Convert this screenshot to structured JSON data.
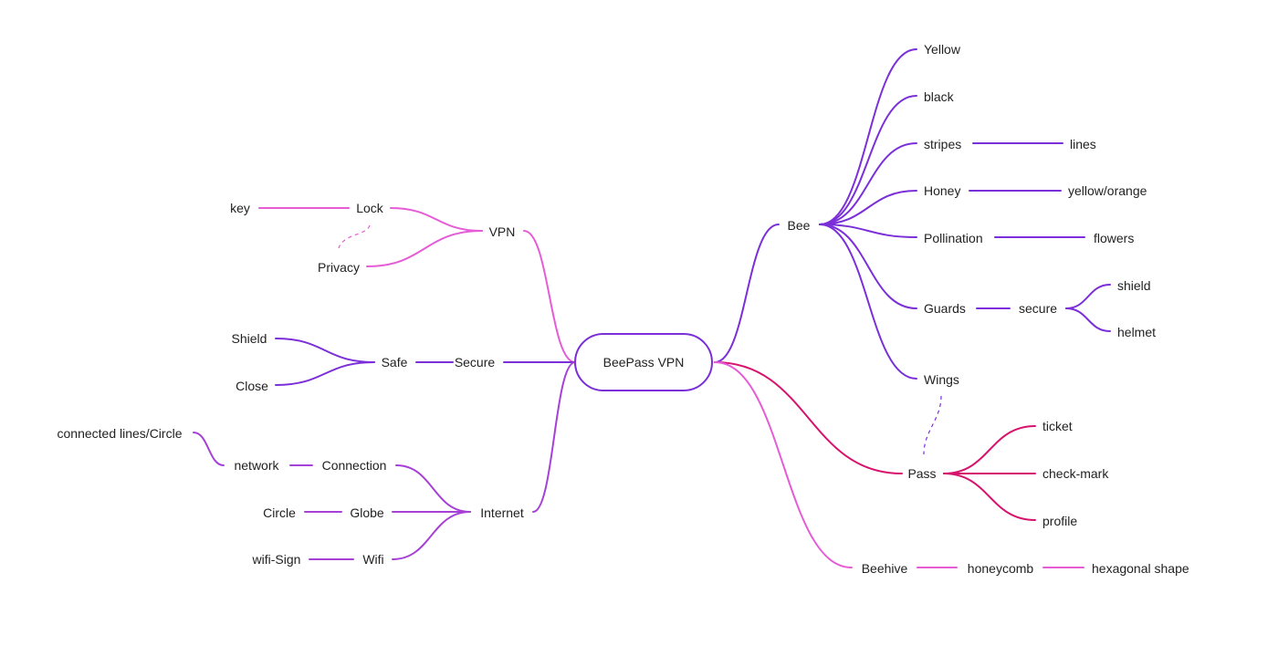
{
  "colors": {
    "violet": "#7b2fd8",
    "purple": "#a640d6",
    "pink": "#e55cd6",
    "magenta": "#d6136d",
    "text": "#222222",
    "center_border": "#7b2fd8"
  },
  "center": {
    "label": "BeePass VPN"
  },
  "branches": {
    "vpn": {
      "label": "VPN",
      "lock": "Lock",
      "key": "key",
      "privacy": "Privacy"
    },
    "secure": {
      "label": "Secure",
      "safe": "Safe",
      "shield": "Shield",
      "close": "Close"
    },
    "internet": {
      "label": "Internet",
      "connection": "Connection",
      "network": "network",
      "connected_lines": "connected lines/Circle",
      "globe": "Globe",
      "circle": "Circle",
      "wifi": "Wifi",
      "wifi_sign": "wifi-Sign"
    },
    "bee": {
      "label": "Bee",
      "yellow": "Yellow",
      "black": "black",
      "stripes": "stripes",
      "lines": "lines",
      "honey": "Honey",
      "yellow_orange": "yellow/orange",
      "pollination": "Pollination",
      "flowers": "flowers",
      "guards": "Guards",
      "secure": "secure",
      "shield": "shield",
      "helmet": "helmet",
      "wings": "Wings"
    },
    "pass": {
      "label": "Pass",
      "ticket": "ticket",
      "check_mark": "check-mark",
      "profile": "profile"
    },
    "beehive": {
      "label": "Beehive",
      "honeycomb": "honeycomb",
      "hexagonal_shape": "hexagonal shape"
    }
  }
}
